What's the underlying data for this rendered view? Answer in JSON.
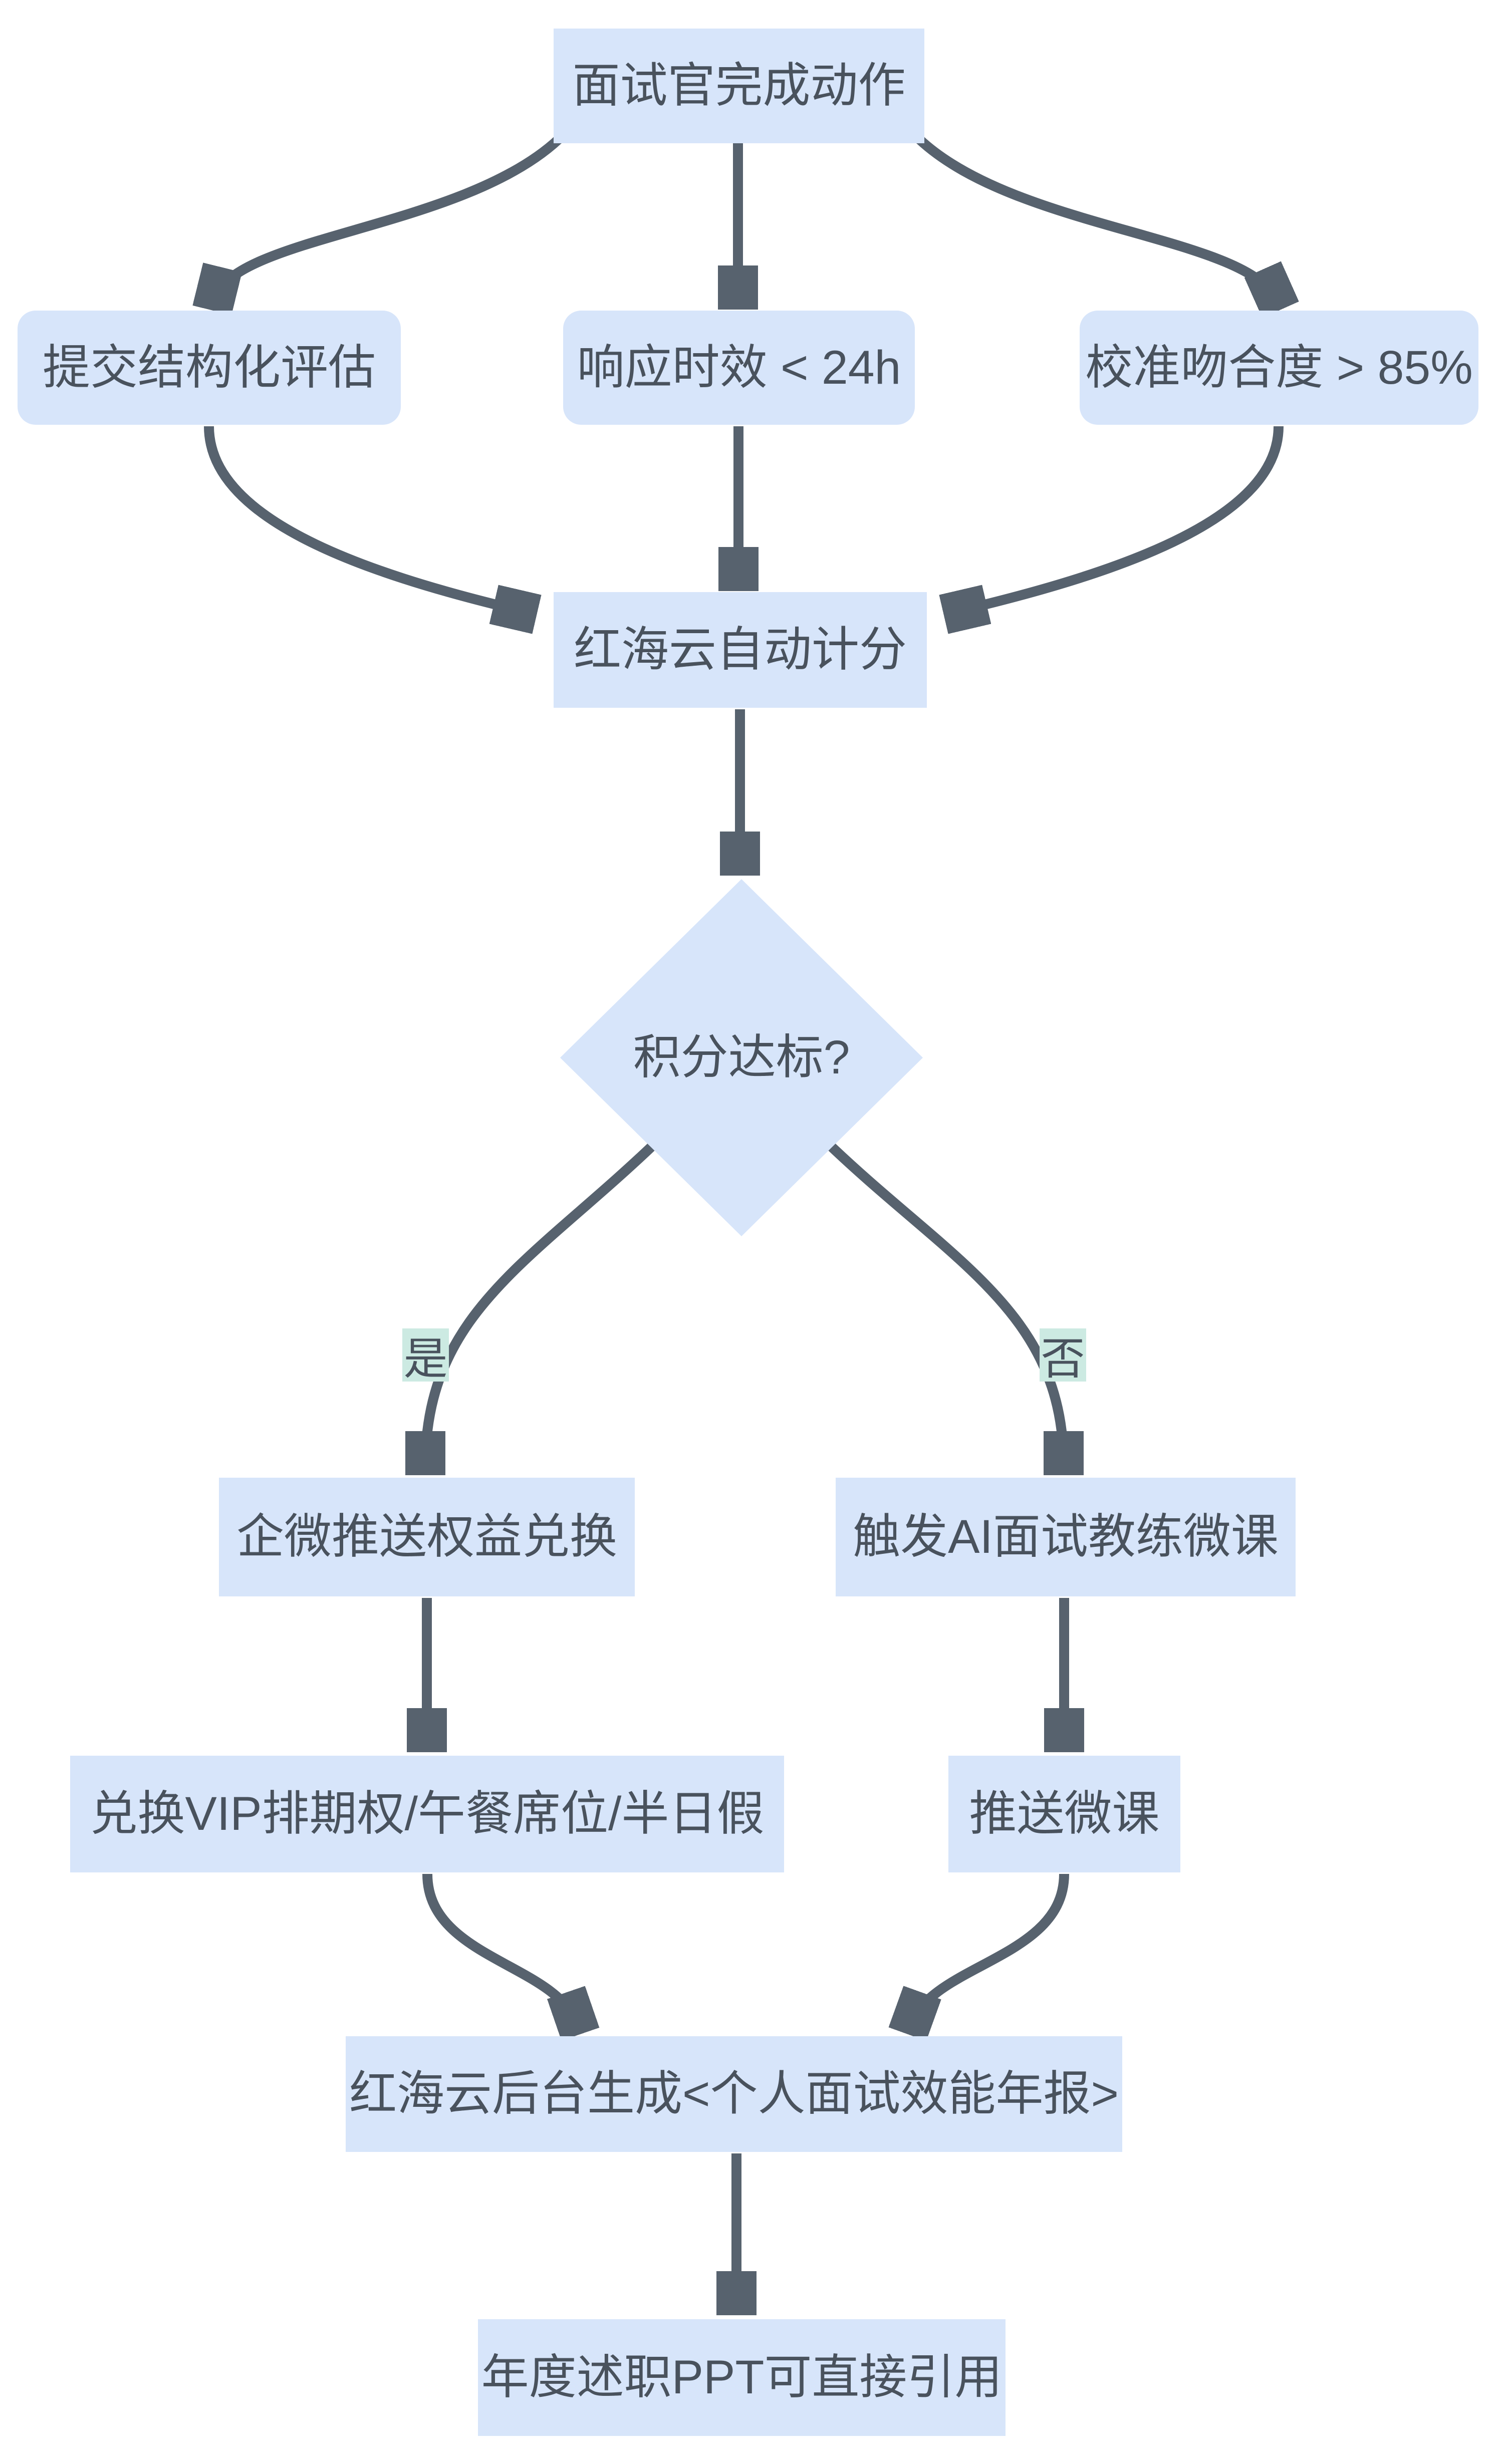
{
  "diagram": {
    "type": "flowchart",
    "colors": {
      "background": "#ffffff",
      "node_fill": "#d7e5fa",
      "edge_color": "#57626e",
      "text_color": "#49525d",
      "branch_label_bg": "#cceae2"
    },
    "nodes": {
      "start": "面试官完成动作",
      "submit_eval": "提交结构化评估",
      "response_time": "响应时效 < 24h",
      "calibration": "校准吻合度 > 85%",
      "auto_scoring": "红海云自动计分",
      "decision": "积分达标?",
      "wecom_push": "企微推送权益兑换",
      "ai_coach": "触发AI面试教练微课",
      "redeem_vip": "兑换VIP排期权/午餐席位/半日假",
      "push_course": "推送微课",
      "annual_report": "红海云后台生成<个人面试效能年报>",
      "ppt_quote": "年度述职PPT可直接引用"
    },
    "edge_labels": {
      "yes": "是",
      "no": "否"
    }
  }
}
